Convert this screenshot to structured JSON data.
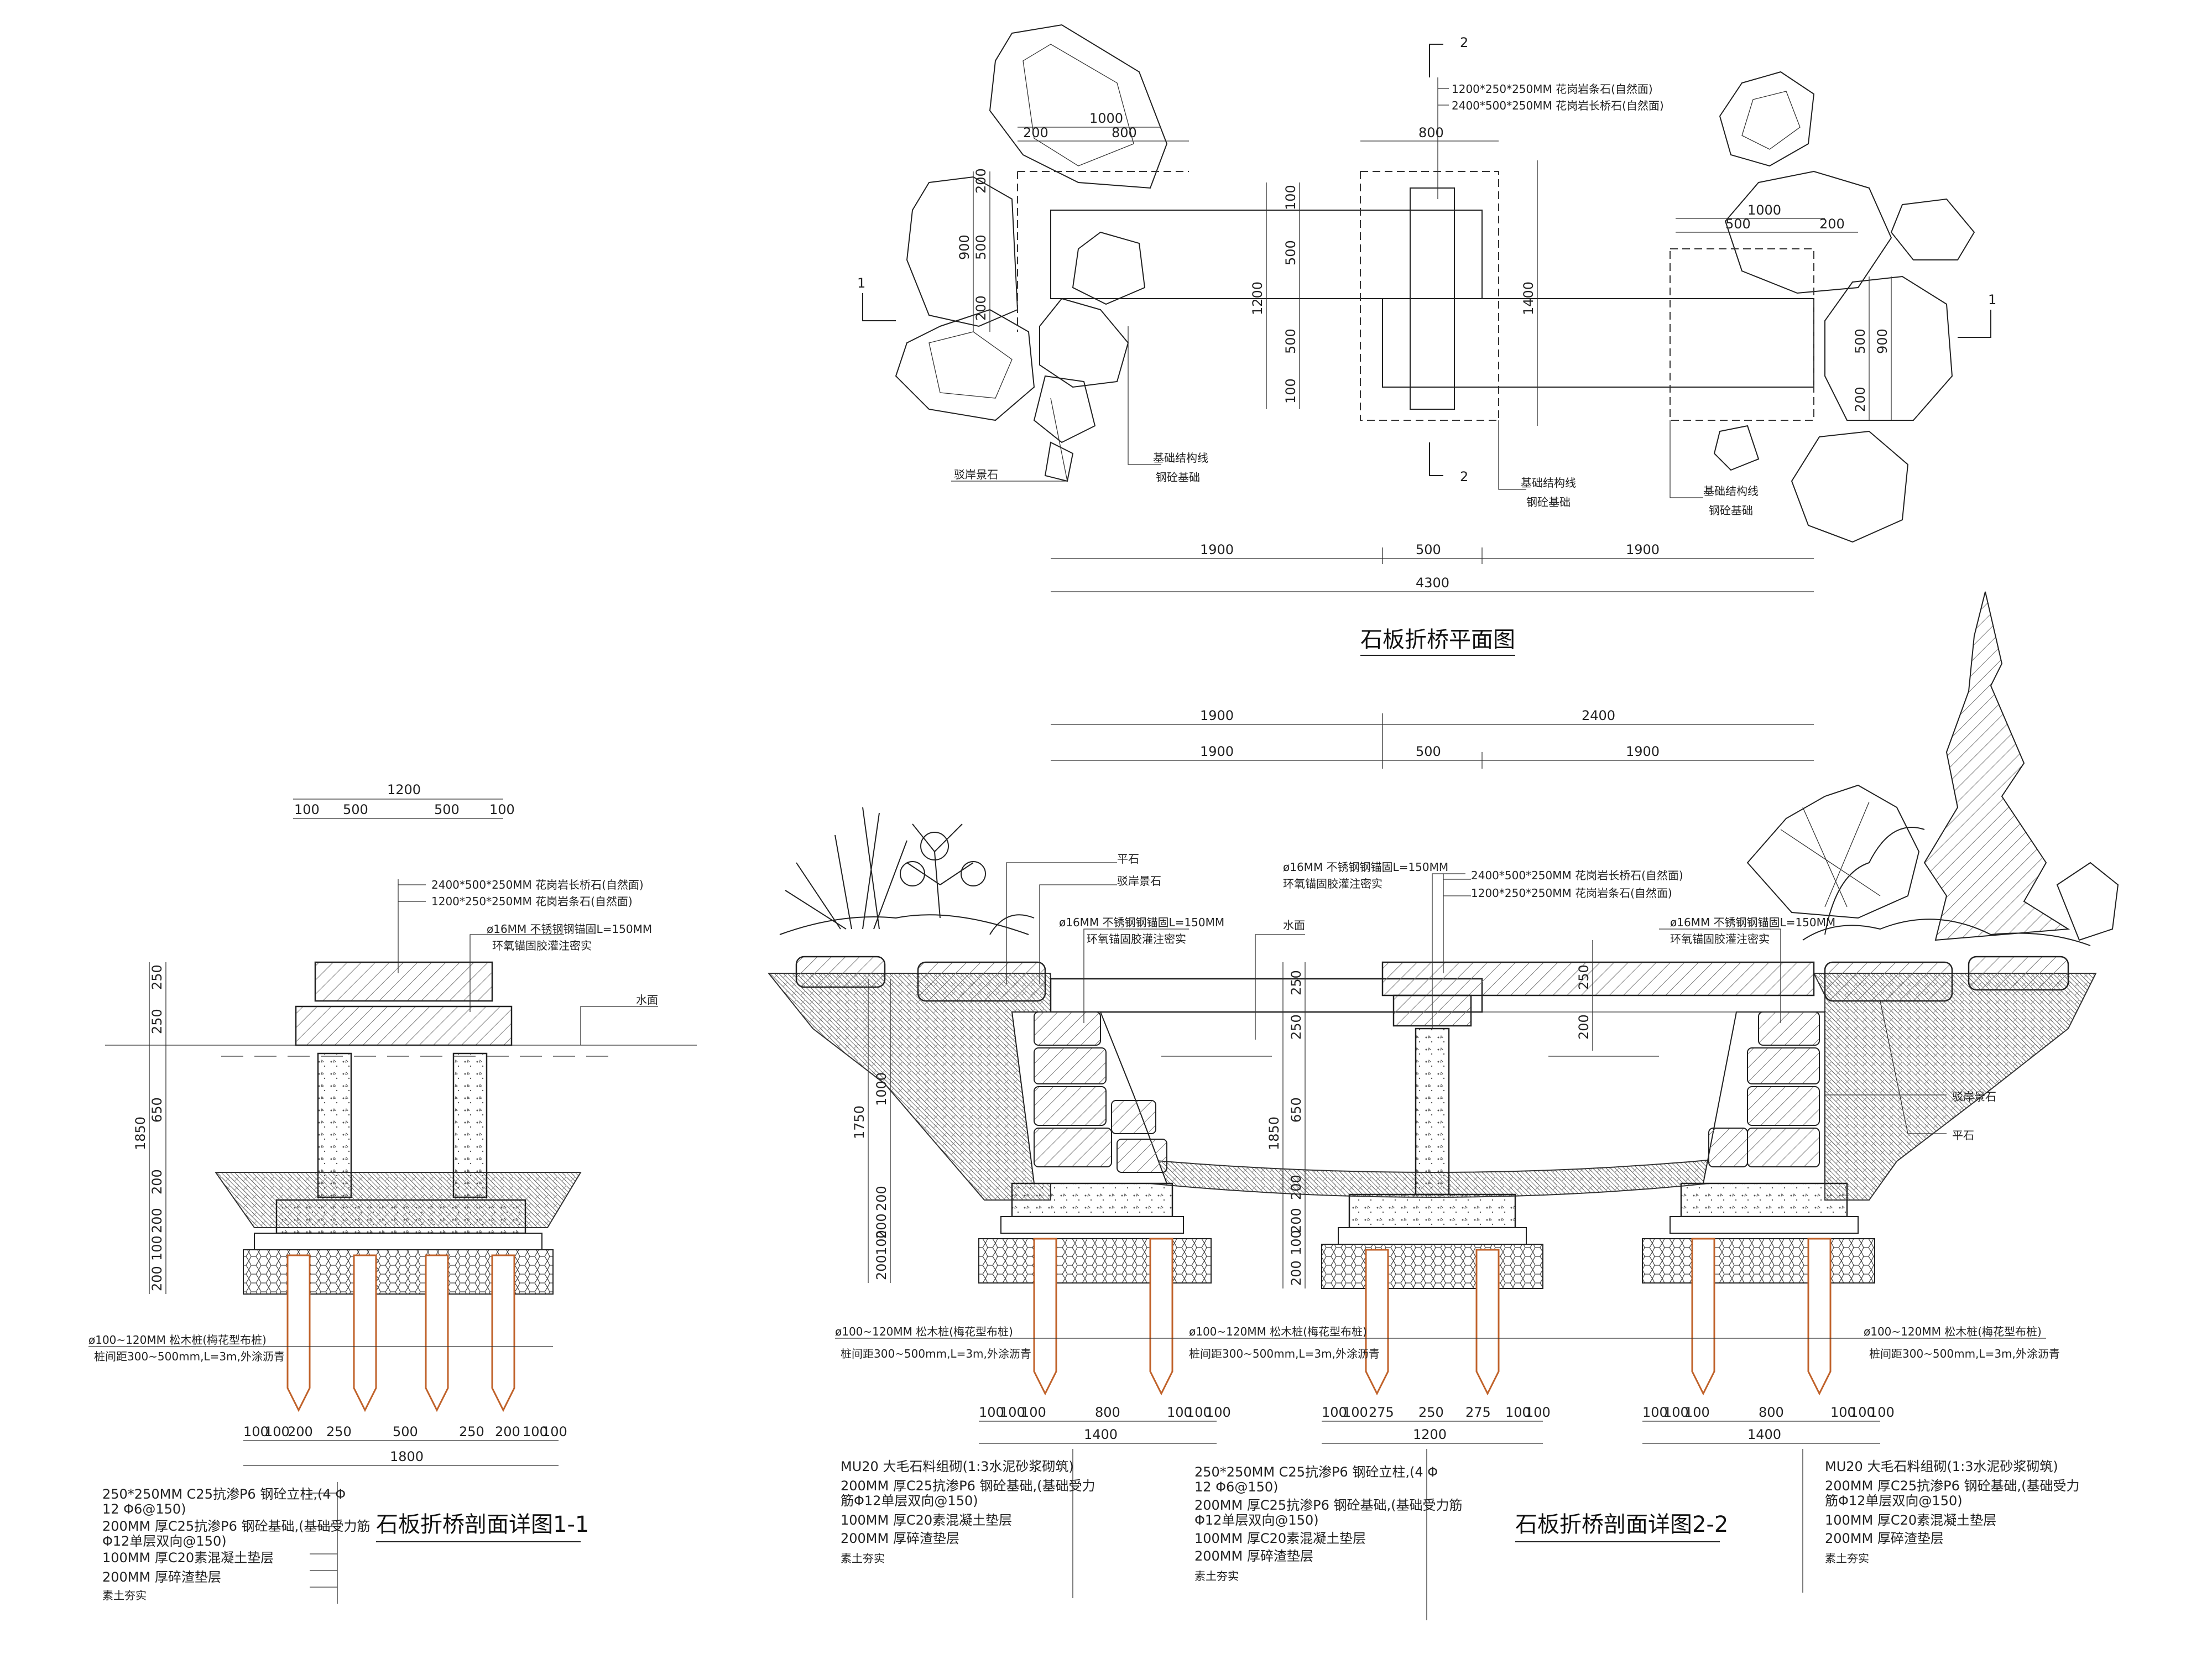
{
  "titles": {
    "plan": "石板折桥平面图",
    "sec1": "石板折桥剖面详图1-1",
    "sec2": "石板折桥剖面详图2-2"
  },
  "plan": {
    "markers": {
      "s1_left": "1",
      "s1_right": "1",
      "s2_top": "2",
      "s2_bottom": "2"
    },
    "notes": {
      "stone1": "1200*250*250MM  花岗岩条石(自然面)",
      "stone2": "2400*500*250MM  花岗岩长桥石(自然面)",
      "rock_l": "驳岸景石",
      "found_l1": "基础结构线",
      "found_l2": "钢砼基础",
      "found_c1": "基础结构线",
      "found_c2": "钢砼基础",
      "found_r1": "基础结构线",
      "found_r2": "钢砼基础"
    },
    "dims": {
      "t_1000": "1000",
      "t_200": "200",
      "t_800": "800",
      "c_800": "800",
      "r_1000": "1000",
      "r_500": "500",
      "r_200": "200",
      "lv_200a": "200",
      "lv_500": "500",
      "lv_200b": "200",
      "lv_900": "900",
      "cv_100a": "100",
      "cv_500a": "500",
      "cv_500b": "500",
      "cv_100b": "100",
      "cv_1200": "1200",
      "cv_1400": "1400",
      "rv_500": "500",
      "rv_200": "200",
      "rv_900": "900",
      "b_1900a": "1900",
      "b_500": "500",
      "b_1900b": "1900",
      "b_4300": "4300"
    }
  },
  "sec1": {
    "top_dims": {
      "w1200": "1200",
      "a": "100",
      "b": "500",
      "c": "500",
      "d": "100"
    },
    "notes": {
      "n1": "2400*500*250MM  花岗岩长桥石(自然面)",
      "n2": "1200*250*250MM  花岗岩条石(自然面)",
      "n3": "ø16MM  不锈钢钢锚固L=150MM",
      "n4": "环氧锚固胶灌注密实",
      "water": "水面",
      "pile1": "ø100~120MM  松木桩(梅花型布桩)",
      "pile2": "桩间距300~500mm,L=3m,外涂沥青"
    },
    "vdims": {
      "v250a": "250",
      "v250b": "250",
      "v650": "650",
      "v200a": "200",
      "v200b": "200",
      "v100": "100",
      "v200c": "200",
      "v1850": "1850"
    },
    "bottom_dims": {
      "a": "100",
      "b": "100",
      "c": "200",
      "d": "250",
      "e": "500",
      "f": "250",
      "g": "200",
      "h": "100",
      "i": "100",
      "total": "1800"
    },
    "legend": {
      "l1": "250*250MM  C25抗渗P6 钢砼立柱,(4 Φ",
      "l1b": "12   Φ6@150)",
      "l2": "200MM  厚C25抗渗P6 钢砼基础,(基础受力筋",
      "l2b": "Φ12单层双向@150)",
      "l3": "100MM  厚C20素混凝土垫层",
      "l4": "200MM  厚碎渣垫层",
      "l5": "素土夯实"
    }
  },
  "sec2": {
    "top_dims": {
      "a": "1900",
      "b": "2400",
      "c": "1900",
      "d": "500",
      "e": "1900"
    },
    "notes": {
      "flat_l": "平石",
      "rock_l": "驳岸景石",
      "anchor_l1": "ø16MM  不锈钢钢锚固L=150MM",
      "anchor_l2": "环氧锚固胶灌注密实",
      "water": "水面",
      "anchor_c1": "ø16MM  不锈钢钢锚固L=150MM",
      "anchor_c2": "环氧锚固胶灌注密实",
      "stone_c1": "2400*500*250MM  花岗岩长桥石(自然面)",
      "stone_c2": "1200*250*250MM  花岗岩条石(自然面)",
      "anchor_r1": "ø16MM  不锈钢钢锚固L=150MM",
      "anchor_r2": "环氧锚固胶灌注密实",
      "rock_r": "驳岸景石",
      "flat_r": "平石",
      "pile_l1": "ø100~120MM  松木桩(梅花型布桩)",
      "pile_l2": "桩间距300~500mm,L=3m,外涂沥青",
      "pile_c1": "ø100~120MM  松木桩(梅花型布桩)",
      "pile_c2": "桩间距300~500mm,L=3m,外涂沥青",
      "pile_r1": "ø100~120MM  松木桩(梅花型布桩)",
      "pile_r2": "桩间距300~500mm,L=3m,外涂沥青"
    },
    "vdims": {
      "l1750": "1750",
      "l1000": "1000",
      "l200a": "200",
      "l200b": "200",
      "l100": "100",
      "l200c": "200",
      "c250a": "250",
      "c250b": "250",
      "c650": "650",
      "c200a": "200",
      "c200b": "200",
      "c100": "100",
      "c200c": "200",
      "c1850": "1850",
      "r250": "250",
      "r200": "200"
    },
    "bottom_dims": {
      "l_a": "100",
      "l_b": "100",
      "l_c": "100",
      "l_d": "800",
      "l_e": "100",
      "l_f": "100",
      "l_g": "100",
      "l_total": "1400",
      "c_a": "100",
      "c_b": "100",
      "c_c": "275",
      "c_d": "250",
      "c_e": "275",
      "c_f": "100",
      "c_g": "100",
      "c_total": "1200",
      "r_a": "100",
      "r_b": "100",
      "r_c": "100",
      "r_d": "800",
      "r_e": "100",
      "r_f": "100",
      "r_g": "100",
      "r_total": "1400"
    },
    "legend_l": {
      "l1": "MU20  大毛石料组砌(1:3水泥砂浆砌筑)",
      "l2": "200MM  厚C25抗渗P6 钢砼基础,(基础受力",
      "l2b": "筋Φ12单层双向@150)",
      "l3": "100MM  厚C20素混凝土垫层",
      "l4": "200MM  厚碎渣垫层",
      "l5": "素土夯实"
    },
    "legend_c": {
      "l1": "250*250MM  C25抗渗P6 钢砼立柱,(4 Φ",
      "l1b": "12   Φ6@150)",
      "l2": "200MM  厚C25抗渗P6 钢砼基础,(基础受力筋",
      "l2b": "Φ12单层双向@150)",
      "l3": "100MM  厚C20素混凝土垫层",
      "l4": "200MM  厚碎渣垫层",
      "l5": "素土夯实"
    },
    "legend_r": {
      "l1": "MU20  大毛石料组砌(1:3水泥砂浆砌筑)",
      "l2": "200MM  厚C25抗渗P6 钢砼基础,(基础受力",
      "l2b": "筋Φ12单层双向@150)",
      "l3": "100MM  厚C20素混凝土垫层",
      "l4": "200MM  厚碎渣垫层",
      "l5": "素土夯实"
    }
  }
}
